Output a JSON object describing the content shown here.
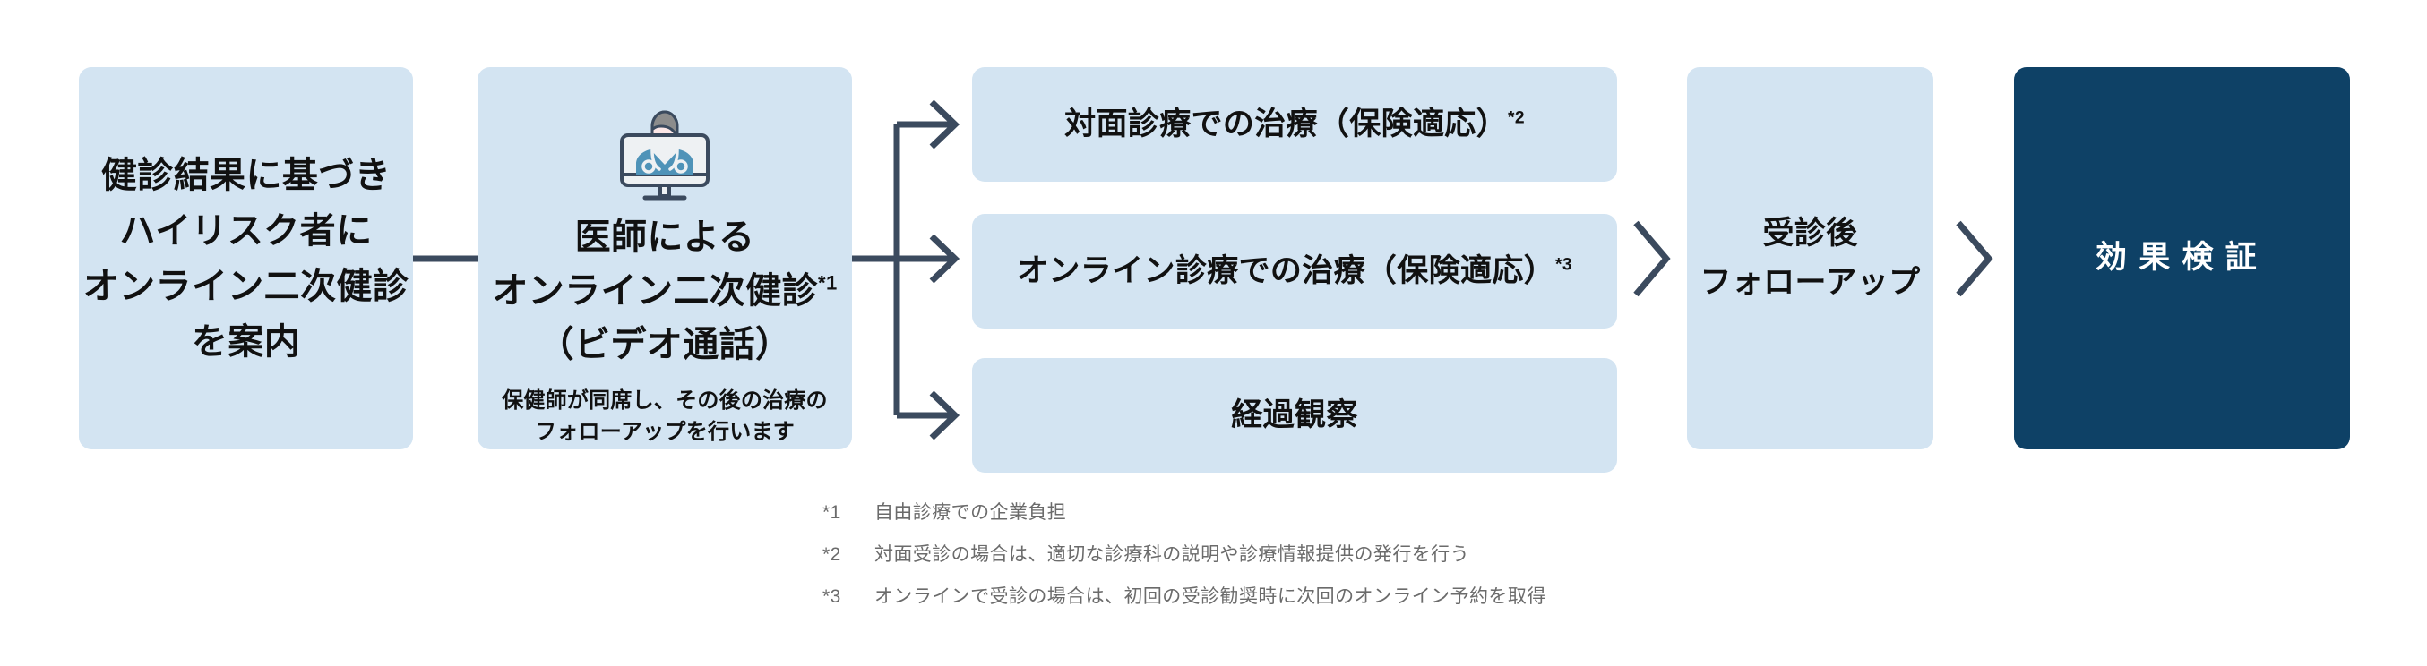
{
  "diagram": {
    "colors": {
      "box_light": "#d3e4f2",
      "box_dark": "#0e4166",
      "connector": "#3b4a5e",
      "text_dark": "#111111",
      "text_light": "#ffffff",
      "footnote_text": "#6b6b6b"
    },
    "steps": {
      "intake": {
        "title": "健診結果に基づき\nハイリスク者に\nオンライン二次健診\nを案内"
      },
      "consult": {
        "icon": "doctor-on-monitor-icon",
        "title_line1": "医師による",
        "title_line2": "オンライン二次健診",
        "title_line2_sup": "*1",
        "title_line3": "（ビデオ通話）",
        "subtitle": "保健師が同席し、その後の治療の\nフォローアップを行います"
      },
      "branches": [
        {
          "label": "対面診療での治療（保険適応）",
          "sup": "*2"
        },
        {
          "label": "オンライン診療での治療（保険適応）",
          "sup": "*3"
        },
        {
          "label": "経過観察",
          "sup": ""
        }
      ],
      "followup": {
        "title": "受診後\nフォローアップ"
      },
      "verify": {
        "title": "効果検証"
      }
    },
    "footnotes": [
      {
        "mark": "*1",
        "text": "自由診療での企業負担"
      },
      {
        "mark": "*2",
        "text": "対面受診の場合は、適切な診療科の説明や診療情報提供の発行を行う"
      },
      {
        "mark": "*3",
        "text": "オンラインで受診の場合は、初回の受診勧奨時に次回のオンライン予約を取得"
      }
    ]
  }
}
